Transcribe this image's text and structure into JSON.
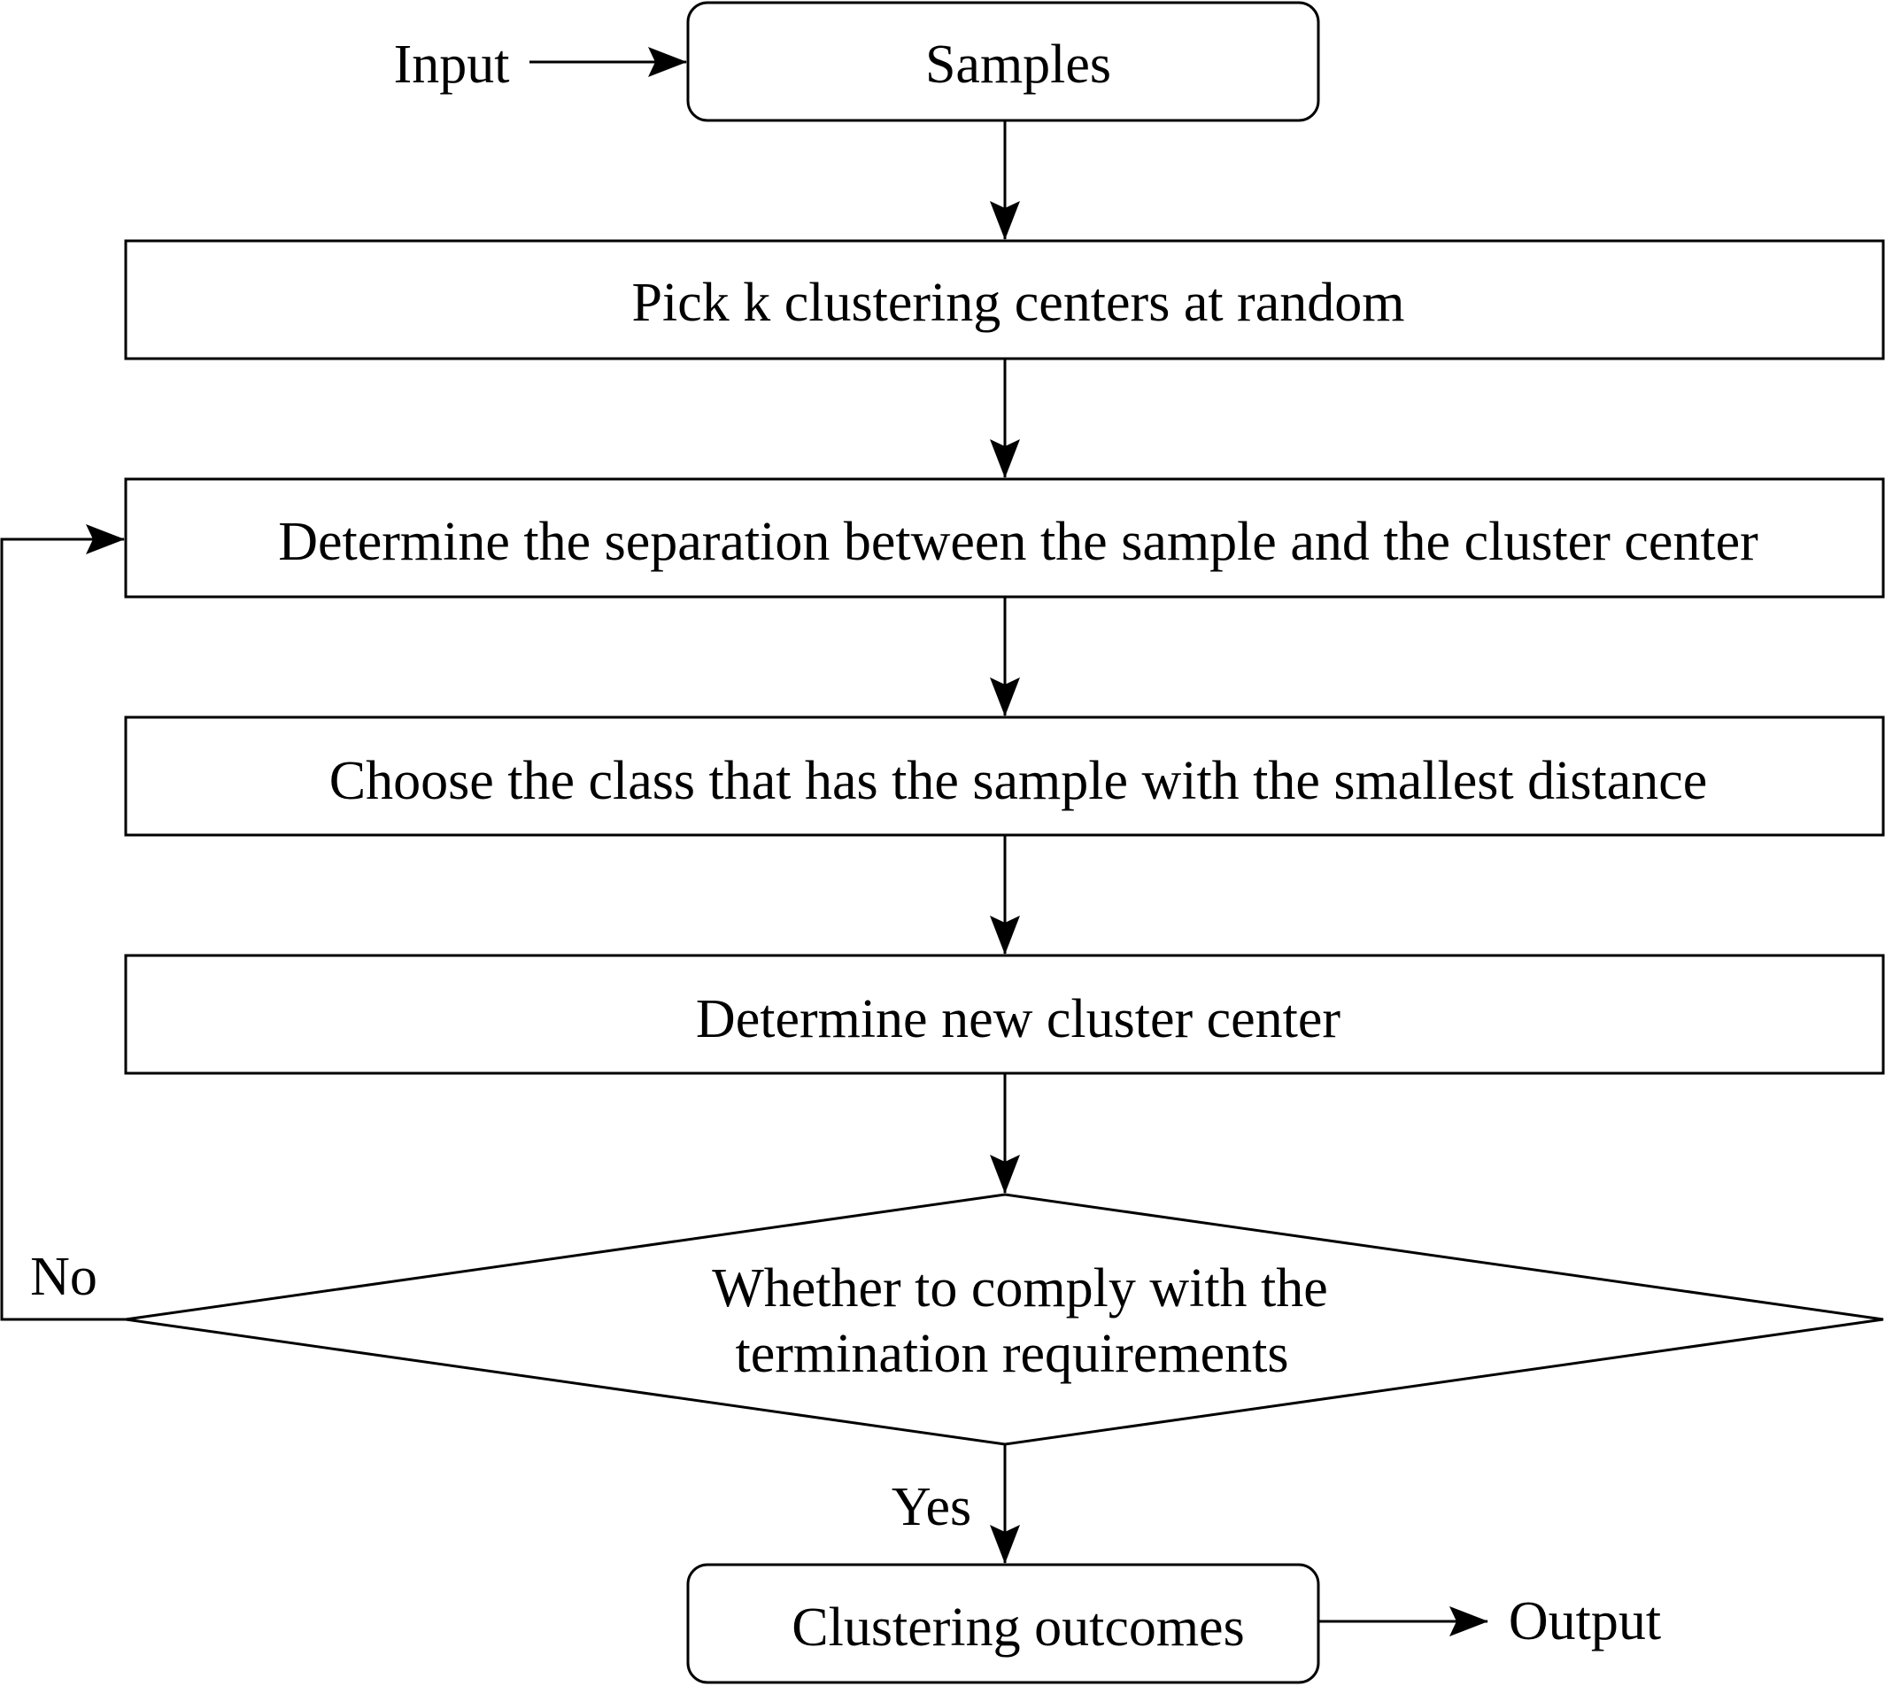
{
  "flowchart": {
    "input_label": "Input",
    "output_label": "Output",
    "no_label": "No",
    "yes_label": "Yes",
    "start_node": "Samples",
    "steps": [
      "Pick k clustering centers at random",
      "Determine the separation between the sample and the cluster center",
      "Choose the class that has the sample with the smallest distance",
      "Determine new cluster center"
    ],
    "decision": {
      "line1": "Whether to comply with the",
      "line2": "termination requirements"
    },
    "end_node": "Clustering outcomes"
  },
  "colors": {
    "stroke": "#000000",
    "background": "#ffffff"
  }
}
